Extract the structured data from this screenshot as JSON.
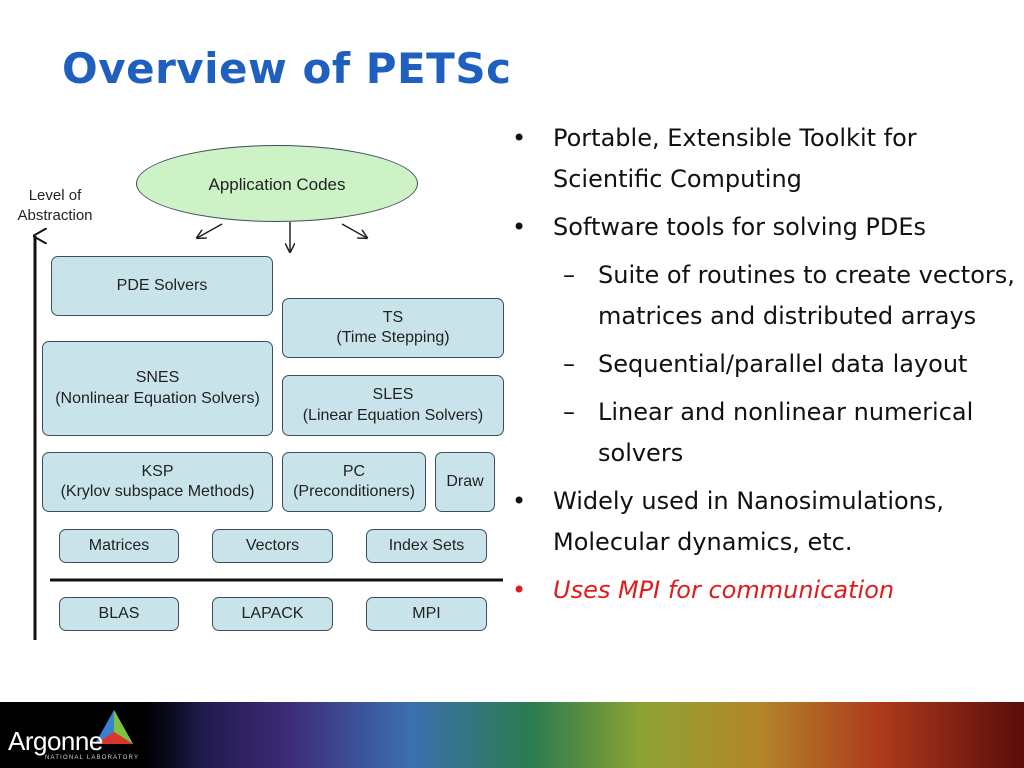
{
  "slide": {
    "title": "Overview of PETSc"
  },
  "diagram": {
    "top_node": "Application Codes",
    "axis_label_line1": "Level of",
    "axis_label_line2": "Abstraction",
    "pde_solvers": "PDE Solvers",
    "ts": {
      "line1": "TS",
      "line2": "(Time Stepping)"
    },
    "snes": {
      "line1": "SNES",
      "line2": "(Nonlinear Equation Solvers)"
    },
    "sles": {
      "line1": "SLES",
      "line2": "(Linear Equation Solvers)"
    },
    "ksp": {
      "line1": "KSP",
      "line2": "(Krylov subspace Methods)"
    },
    "pc": {
      "line1": "PC",
      "line2": "(Preconditioners)"
    },
    "draw": "Draw",
    "matrices": "Matrices",
    "vectors": "Vectors",
    "index_sets": "Index Sets",
    "blas": "BLAS",
    "lapack": "LAPACK",
    "mpi": "MPI"
  },
  "bullets": [
    {
      "mark": "•",
      "text": "Portable, Extensible Toolkit for Scientific Computing"
    },
    {
      "mark": "•",
      "text": "Software tools for solving PDEs"
    },
    {
      "mark": "–",
      "text": "Suite of routines to create vectors, matrices and distributed arrays"
    },
    {
      "mark": "–",
      "text": "Sequential/parallel data layout"
    },
    {
      "mark": "–",
      "text": "Linear and nonlinear numerical solvers"
    },
    {
      "mark": "•",
      "text": "Widely used in Nanosimulations, Molecular dynamics, etc."
    },
    {
      "mark": "•",
      "text": "Uses MPI for communication"
    }
  ],
  "footer": {
    "logo_text": "Argonne",
    "logo_subtext": "NATIONAL LABORATORY"
  },
  "colors": {
    "title": "#1f5fbf",
    "box_fill": "#c8e4ea",
    "oval_fill": "#ccf2c6",
    "highlight": "#e01b1b"
  }
}
